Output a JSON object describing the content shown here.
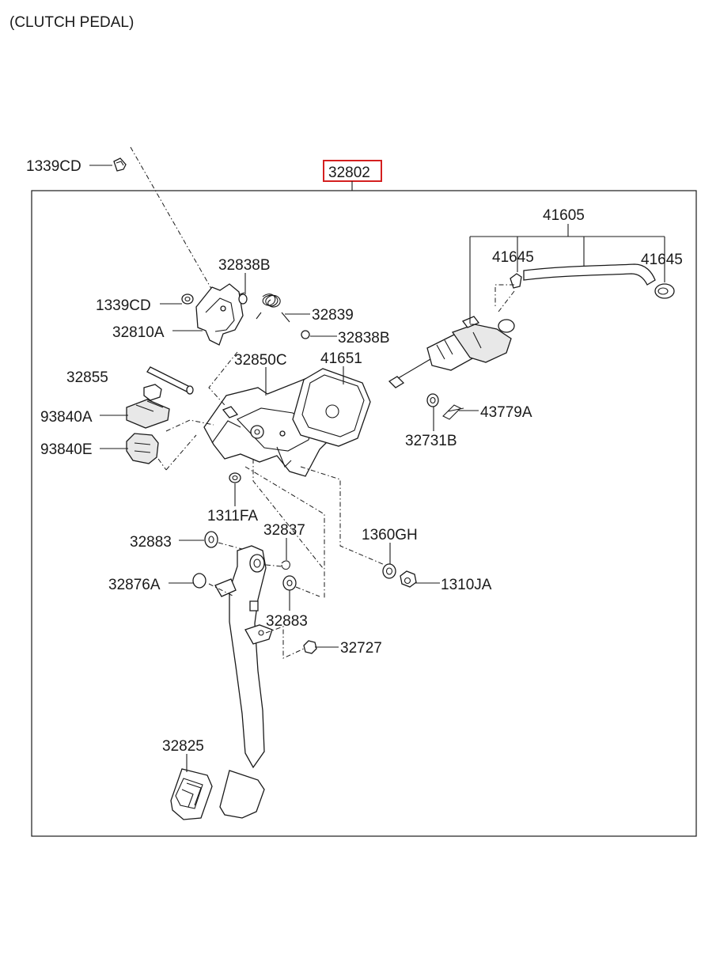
{
  "header": {
    "title": "(CLUTCH PEDAL)"
  },
  "assembly": {
    "number": "32802",
    "highlight_color": "#d42020"
  },
  "labels": {
    "p1339CD_top": "1339CD",
    "p41605": "41605",
    "p41645_left": "41645",
    "p41645_right": "41645",
    "p32838B_top": "32838B",
    "p1339CD_mid": "1339CD",
    "p32839": "32839",
    "p32810A": "32810A",
    "p32838B_mid": "32838B",
    "p32850C": "32850C",
    "p41651": "41651",
    "p32855": "32855",
    "p93840A": "93840A",
    "p43779A": "43779A",
    "p32731B": "32731B",
    "p93840E": "93840E",
    "p1311FA": "1311FA",
    "p32837": "32837",
    "p1360GH": "1360GH",
    "p32883_top": "32883",
    "p32876A": "32876A",
    "p1310JA": "1310JA",
    "p32883_bot": "32883",
    "p32727": "32727",
    "p32825": "32825"
  }
}
